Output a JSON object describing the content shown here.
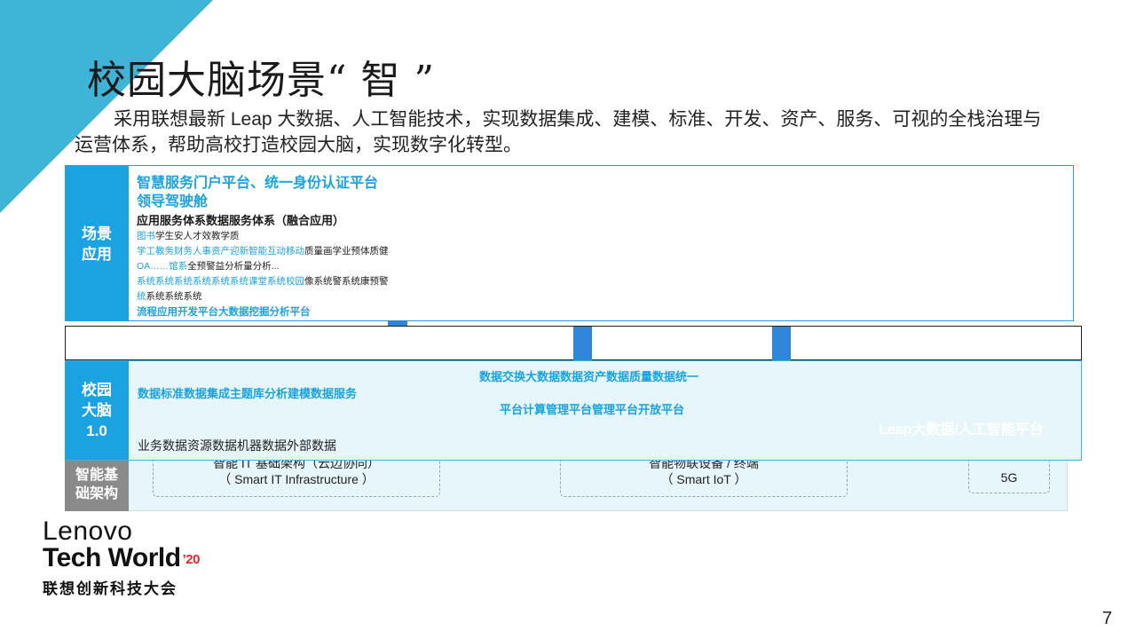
{
  "slide": {
    "title": "校园大脑场景“ 智 ”",
    "intro": "采用联想最新 Leap 大数据、人工智能技术，实现数据集成、建模、标准、开发、资产、服务、可视的全栈治理与运营体系，帮助高校打造校园大脑，实现数字化转型。",
    "page_number": "7"
  },
  "scene": {
    "label_line1": "场景",
    "label_line2": "应用",
    "line1": "智慧服务门户平台、统一身份认证平台",
    "line2": "领导驾驶舱",
    "line3": "应用服务体系数据服务体系（融合应用）",
    "small": [
      {
        "a": "图书",
        "b": "学生安人才效教学质"
      },
      {
        "a": "学工教务财务人事资产迎新智能互动移动",
        "b": "质量画学业预体质健"
      },
      {
        "a": "OA……馆系",
        "b": "全预警益分析量分析..."
      },
      {
        "a": "系统系统系统系统系统系统课堂系统校园",
        "b": "像系统警系统康预警"
      },
      {
        "a": "统",
        "b": "系统系统系统"
      }
    ],
    "line_last": "流程应用开发平台大数据挖掘分析平台"
  },
  "brain": {
    "label_line1": "校园",
    "label_line2": "大脑",
    "label_line3": "1.0",
    "row1": "数据交换大数据数据资产数据质量数据统一",
    "row2": "数据标准数据集成主题库分析建模数据服务",
    "row3": "平台计算管理平台管理平台开放平台",
    "row4": "业务数据资源数据机器数据外部数据",
    "platform": "Leap大数据/人工智能平台"
  },
  "infra": {
    "label_line1": "智能基",
    "label_line2": "础架构",
    "box1_line1": "智能 IT 基础架构（云边协同）",
    "box1_line2": "（ Smart IT Infrastructure ）",
    "box2_line1": "智能物联设备 / 终端",
    "box2_line2": "（ Smart IoT ）",
    "box3": "5G"
  },
  "logo": {
    "lenovo": "Lenovo",
    "techworld": "Tech World",
    "year": "’20",
    "subtitle": "联想创新科技大会"
  },
  "colors": {
    "accent_blue": "#1aa3e0",
    "corner": "#3fb4d6",
    "connector": "#2f86d8",
    "infra_label": "#8a8a8a",
    "panel_bg": "#e7f6fb"
  }
}
